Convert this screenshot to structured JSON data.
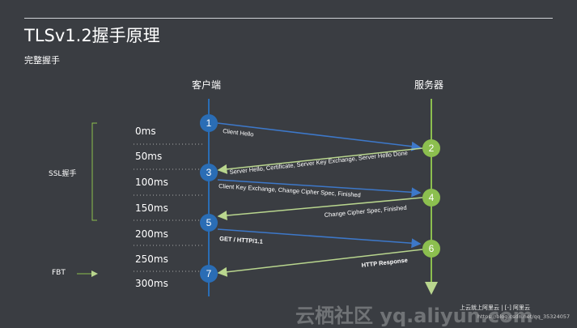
{
  "slide": {
    "title": "TLSv1.2握手原理",
    "subtitle": "完整握手",
    "client_label": "客户端",
    "server_label": "服务器",
    "ssl_label": "SSL握手",
    "fbt_label": "FBT",
    "times": [
      "0ms",
      "50ms",
      "100ms",
      "150ms",
      "200ms",
      "250ms",
      "300ms"
    ],
    "steps": [
      "1",
      "2",
      "3",
      "4",
      "5",
      "6",
      "7"
    ],
    "messages": [
      "Client Hello",
      "Server Hello, Certificate, Server Key Exchange, Server Hello Done",
      "Client Key Exchange, Change Cipher Spec, Finished",
      "Change Cipher Spec, Finished",
      "GET / HTTP/1.1",
      "HTTP Response"
    ]
  },
  "footer": {
    "watermark": "云栖社区 yq.aliyun.com",
    "brand": "上云就上阿里云 | [-] 阿里云",
    "url": "https://blog.csdn.net/qq_35324057"
  },
  "colors": {
    "background": "#3a3d42",
    "client": "#2a6db5",
    "server": "#8cbf4f",
    "client_arrow": "#3d78c9",
    "server_arrow": "#b9d68e"
  }
}
